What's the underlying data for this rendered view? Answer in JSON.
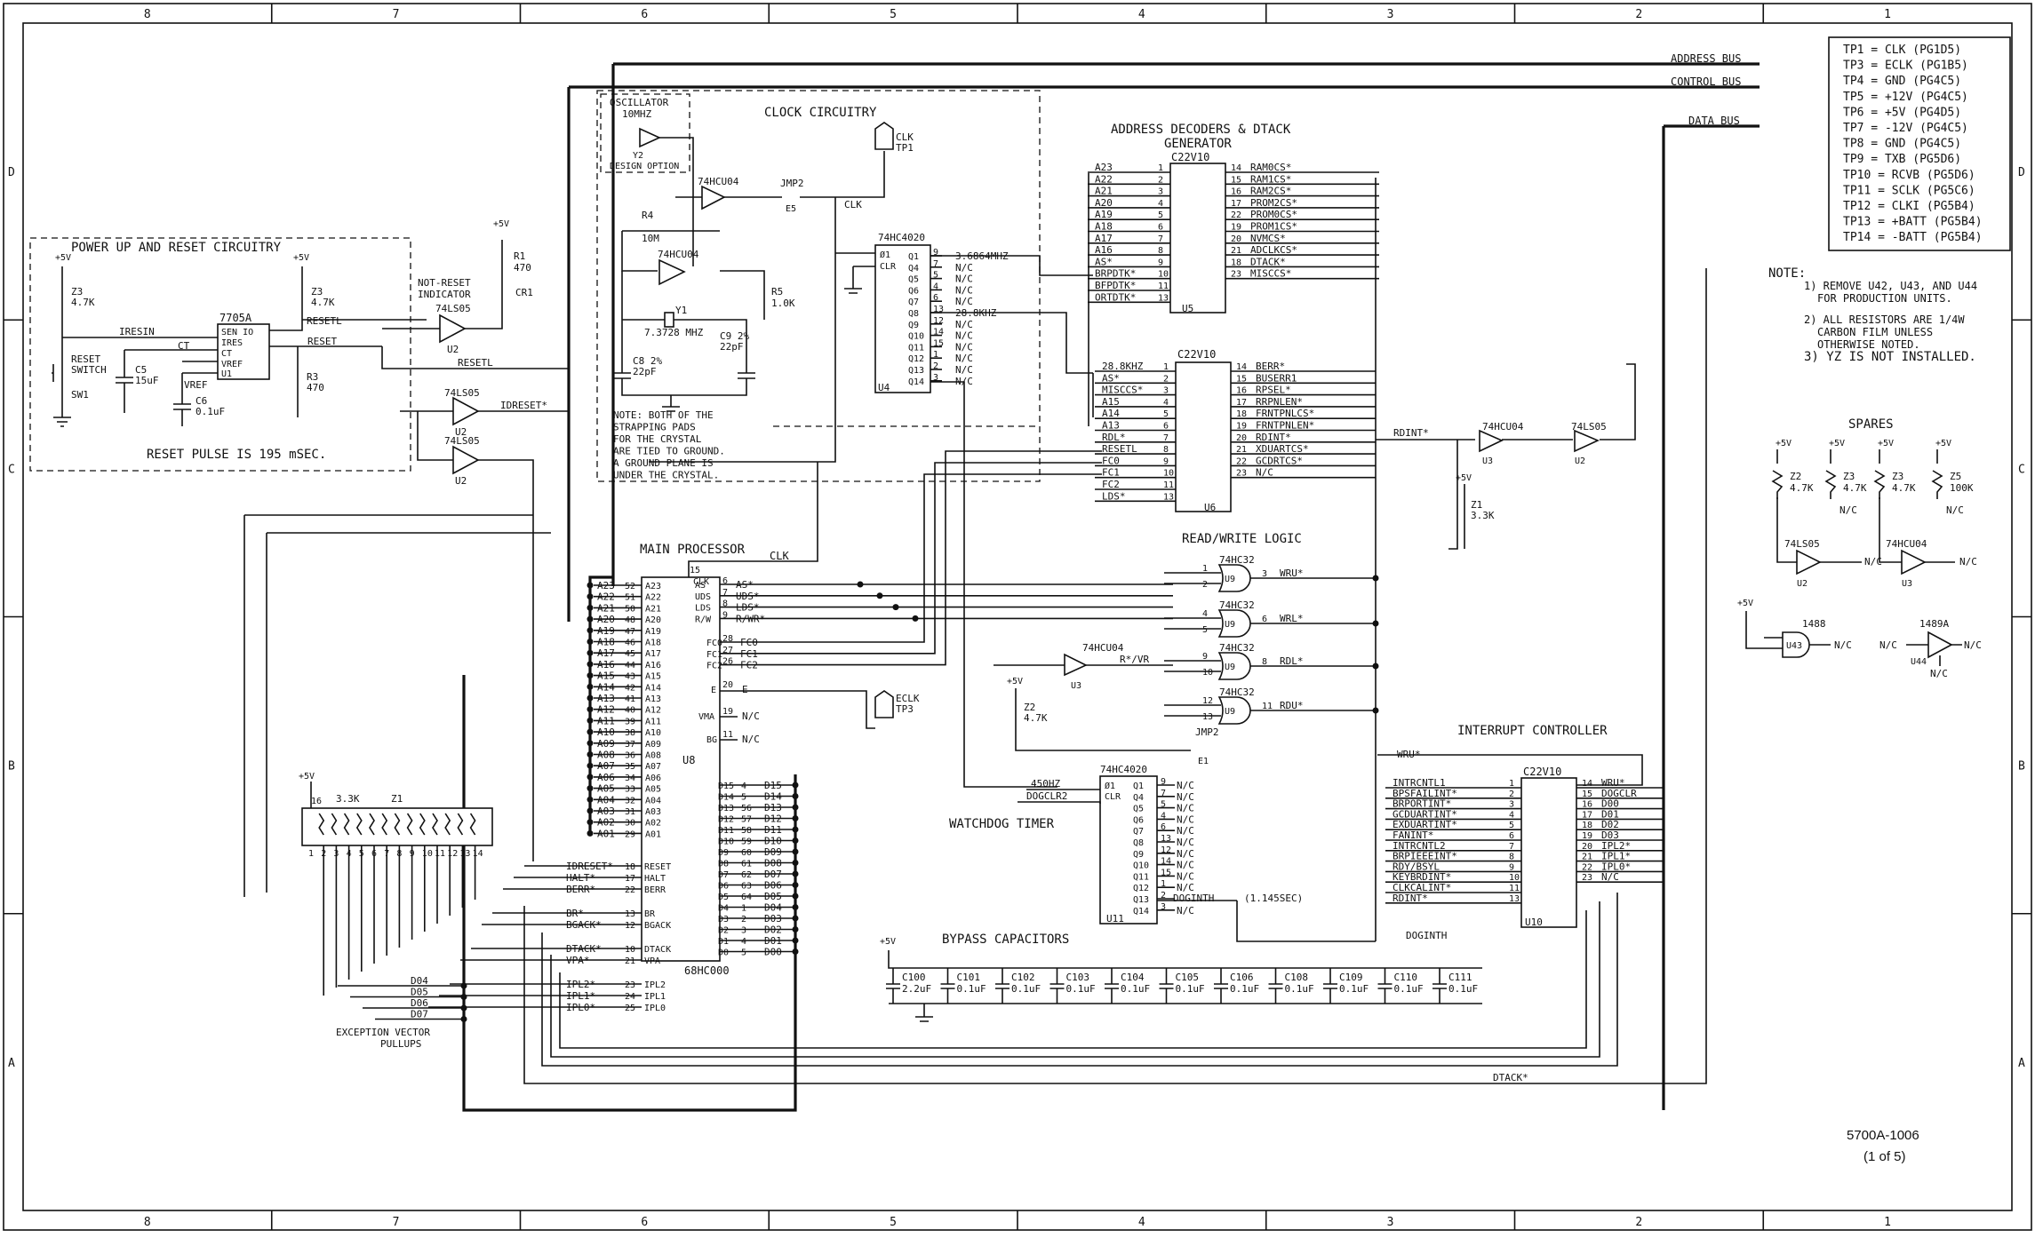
{
  "frame": {
    "columns": [
      "8",
      "7",
      "6",
      "5",
      "4",
      "3",
      "2",
      "1"
    ],
    "rows": [
      "D",
      "C",
      "B",
      "A"
    ]
  },
  "buses": {
    "address": "ADDRESS BUS",
    "control": "CONTROL BUS",
    "data": "DATA BUS"
  },
  "test_points": [
    "TP1 = CLK (PG1D5)",
    "TP3 = ECLK (PG1B5)",
    "TP4 = GND (PG4C5)",
    "TP5 = +12V (PG4C5)",
    "TP6 = +5V (PG4D5)",
    "TP7 = -12V (PG4C5)",
    "TP8 = GND (PG4C5)",
    "TP9 = TXB (PG5D6)",
    "TP10 = RCVB (PG5D6)",
    "TP11 = SCLK (PG5C6)",
    "TP12 = CLKI (PG5B4)",
    "TP13 = +BATT (PG5B4)",
    "TP14 = -BATT (PG5B4)"
  ],
  "notes": {
    "title": "NOTE:",
    "n1": [
      "1) REMOVE U42, U43, AND U44",
      "FOR PRODUCTION UNITS."
    ],
    "n2": [
      "2) ALL RESISTORS ARE 1/4W",
      "CARBON FILM UNLESS",
      "OTHERWISE NOTED."
    ],
    "n3": "3) YZ IS NOT INSTALLED."
  },
  "reset": {
    "title": "POWER UP AND RESET CIRCUITRY",
    "pulse": "RESET PULSE IS 195 mSEC.",
    "chip": "7705A",
    "chip_pins": [
      "SEN IO",
      "IRES",
      "CT",
      "VREF",
      "U1"
    ],
    "iresin": "IRESIN",
    "ct": "CT",
    "vref": "VREF",
    "resetl": "RESETL",
    "reset": "RESET",
    "switch": [
      "RESET",
      "SWITCH"
    ],
    "sw": "SW1",
    "c5": [
      "C5",
      "15uF"
    ],
    "c6": [
      "C6",
      "0.1uF"
    ],
    "z3": [
      "Z3",
      "4.7K"
    ],
    "r3": [
      "R3",
      "470"
    ],
    "r1": [
      "R1",
      "470"
    ],
    "cr1": "CR1",
    "p5v": "+5V",
    "indicator": [
      "NOT-RESET",
      "INDICATOR"
    ],
    "gate": "74LS05",
    "u2": "U2",
    "idreset": "IDRESET*"
  },
  "clock": {
    "title": "CLOCK CIRCUITRY",
    "osc": [
      "OSCILLATOR",
      "10MHZ"
    ],
    "option": "DESIGN OPTION",
    "y2": "Y2",
    "u3": "74HCU04",
    "jmp": "JMP2",
    "e5": "E5",
    "clk": "CLK",
    "tp1": [
      "CLK",
      "TP1"
    ],
    "r4": [
      "R4",
      "10M"
    ],
    "r5": [
      "R5",
      "1.0K"
    ],
    "y1": [
      "Y1",
      "7.3728 MHZ"
    ],
    "c8": [
      "C8 2%",
      "22pF"
    ],
    "c9": [
      "C9 2%",
      "22pF"
    ],
    "note": [
      "NOTE: BOTH OF THE",
      "STRAPPING PADS",
      "FOR THE CRYSTAL",
      "ARE TIED TO GROUND.",
      "A GROUND PLANE IS",
      "UNDER THE CRYSTAL."
    ],
    "counter": "74HC4020",
    "u4": "U4",
    "counter_pins": [
      "Q1",
      "Q4",
      "Q5",
      "Q6",
      "Q7",
      "Q8",
      "Q9",
      "Q10",
      "Q11",
      "Q12",
      "Q13",
      "Q14"
    ],
    "outputs": [
      "3.6864MHZ",
      "N/C",
      "N/C",
      "N/C",
      "N/C",
      "28.8KHZ",
      "N/C",
      "N/C",
      "N/C",
      "N/C",
      "N/C",
      "N/C"
    ]
  },
  "addr_decoder": {
    "title": [
      "ADDRESS DECODERS & DTACK",
      "GENERATOR"
    ],
    "chip": "C22V10",
    "u5": "U5",
    "inputs": [
      "A23",
      "A22",
      "A21",
      "A20",
      "A19",
      "A18",
      "A17",
      "A16",
      "AS*",
      "BRPDTK*",
      "BFPDTK*",
      "ORTDTK*"
    ],
    "outputs": [
      "RAM0CS*",
      "RAM1CS*",
      "RAM2CS*",
      "PROM2CS*",
      "PROM0CS*",
      "PROM1CS*",
      "NVMCS*",
      "ADCLKCS*",
      "DTACK*",
      "MISCCS*"
    ]
  },
  "u6": {
    "chip": "C22V10",
    "u": "U6",
    "inputs": [
      "28.8KHZ",
      "AS*",
      "MISCCS*",
      "A15",
      "A14",
      "A13",
      "RDL*",
      "RESETL",
      "FC0",
      "FC1",
      "FC2",
      "LDS*"
    ],
    "outputs": [
      "BERR*",
      "BUSERR1",
      "RPSEL*",
      "RRPNLEN*",
      "FRNTPNLCS*",
      "FRNTPNLEN*",
      "RDINT*",
      "XDUARTCS*",
      "GCDRTCS*",
      "N/C"
    ]
  },
  "rdint": {
    "label": "RDINT*",
    "u3": "74HCU04",
    "u2": "74LS05",
    "z1": [
      "Z1",
      "3.3K"
    ]
  },
  "main": {
    "title": "MAIN PROCESSOR",
    "chip": "68HC000",
    "u8": "U8",
    "clk": "CLK",
    "addr": [
      "A23",
      "A22",
      "A21",
      "A20",
      "A19",
      "A18",
      "A17",
      "A16",
      "A15",
      "A14",
      "A13",
      "A12",
      "A11",
      "A10",
      "A09",
      "A08",
      "A07",
      "A06",
      "A05",
      "A04",
      "A03",
      "A02",
      "A01"
    ],
    "right_sig": [
      "AS*",
      "UDS*",
      "LDS*",
      "R/WR*"
    ],
    "fc": [
      "FC0",
      "FC1",
      "FC2"
    ],
    "e": "E",
    "vma": "N/C",
    "bg": "N/C",
    "data": [
      "D15",
      "D14",
      "D13",
      "D12",
      "D11",
      "D10",
      "D09",
      "D08",
      "D07",
      "D06",
      "D05",
      "D04",
      "D03",
      "D02",
      "D01",
      "D00"
    ],
    "left_sig": [
      "IDRESET*",
      "HALT*",
      "BERR*",
      "BR*",
      "BGACK*",
      "DTACK*",
      "VPA*",
      "IPL2*",
      "IPL1*",
      "IPL0*"
    ],
    "left_pins": [
      "RESET",
      "HALT",
      "BERR",
      "BR",
      "BGACK",
      "DTACK",
      "VPA",
      "IPL2",
      "IPL1",
      "IPL0"
    ],
    "tp3": [
      "ECLK",
      "TP3"
    ]
  },
  "rw": {
    "title": "READ/WRITE LOGIC",
    "gate": "74HC32",
    "u": "U9",
    "outputs": [
      "WRU*",
      "WRL*",
      "RDL*",
      "RDU*"
    ],
    "inv": "74HCU04",
    "rwvr": "R*/VR"
  },
  "watchdog": {
    "title": "WATCHDOG TIMER",
    "chip": "74HC4020",
    "u": "U11",
    "in1": "450HZ",
    "in2": "DOGCLR2",
    "dog": "DOGINTH",
    "period": "(1.145SEC)",
    "z2": [
      "Z2",
      "4.7K"
    ],
    "jmp": "JMP2",
    "e1": "E1"
  },
  "interrupt": {
    "title": "INTERRUPT CONTROLLER",
    "chip": "C22V10",
    "u": "U10",
    "inputs": [
      "INTRCNTL1",
      "BPSFAILINT*",
      "BRPORTINT*",
      "GCDUARTINT*",
      "EXDUARTINT*",
      "FANINT*",
      "INTRCNTL2",
      "BRPIEEEINT*",
      "RDY/BSYL",
      "KEYBRDINT*",
      "CLKCALINT*",
      "RDINT*"
    ],
    "outputs": [
      "WRU*",
      "DOGCLR",
      "D00",
      "D01",
      "D02",
      "D03",
      "IPL2*",
      "IPL1*",
      "IPL0*",
      "N/C"
    ],
    "wru": "WRU*",
    "doginth": "DOGINTH"
  },
  "bypass": {
    "title": "BYPASS CAPACITORS",
    "caps": [
      [
        "C100",
        "2.2uF"
      ],
      [
        "C101",
        "0.1uF"
      ],
      [
        "C102",
        "0.1uF"
      ],
      [
        "C103",
        "0.1uF"
      ],
      [
        "C104",
        "0.1uF"
      ],
      [
        "C105",
        "0.1uF"
      ],
      [
        "C106",
        "0.1uF"
      ],
      [
        "C108",
        "0.1uF"
      ],
      [
        "C109",
        "0.1uF"
      ],
      [
        "C110",
        "0.1uF"
      ],
      [
        "C111",
        "0.1uF"
      ]
    ]
  },
  "pullups": {
    "title": [
      "EXCEPTION VECTOR",
      "PULLUPS"
    ],
    "net": "3.3K",
    "z": "Z1",
    "pins": [
      "1",
      "2",
      "3",
      "4",
      "5",
      "6",
      "7",
      "8",
      "9",
      "10",
      "11",
      "12",
      "13",
      "14"
    ],
    "vec": [
      "D04",
      "D05",
      "D06",
      "D07"
    ]
  },
  "spares": {
    "title": "SPARES",
    "z": [
      [
        "Z2",
        "4.7K"
      ],
      [
        "Z3",
        "4.7K"
      ],
      [
        "Z3",
        "4.7K"
      ],
      [
        "Z5",
        "100K"
      ]
    ],
    "g1": "74LS05",
    "g2": "74HCU04",
    "g3": "1488",
    "g4": "1489A",
    "u43": "U43",
    "u44": "U44",
    "nc": "N/C"
  },
  "dtack": "DTACK*",
  "drawing": {
    "number": "5700A-1006",
    "sheet": "(1 of 5)"
  }
}
